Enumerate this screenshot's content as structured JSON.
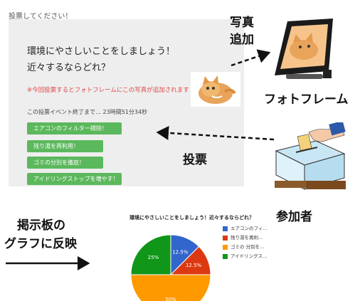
{
  "form": {
    "header": "投票してください！",
    "question_line1": "環境にやさしいことをしましょう！",
    "question_line2": "近々するならどれ？",
    "notice": "※今回投票するとフォトフレームにこの写真が追加されます",
    "countdown": "この投票イベント終了まで… 23時間51分34秒",
    "options": [
      "エアコンのフィルター掃除！",
      "残り湯を再利用！",
      "ゴミの分別を徹底！",
      "アイドリングストップを増やす！"
    ]
  },
  "labels": {
    "photo_add_line1": "写真",
    "photo_add_line2": "追加",
    "photo_frame": "フォトフレーム",
    "vote": "投票",
    "participant": "参加者",
    "board_line1": "掲示板の",
    "board_line2": "グラフに反映"
  },
  "colors": {
    "button_green": "#5cb85c",
    "notice_red": "#e04848",
    "panel_gray": "#eeeeee"
  },
  "chart_data": {
    "type": "pie",
    "title": "環境にやさしいことをしましょう！近々するならどれ？",
    "categories": [
      "エアコンのフィ...",
      "残り湯を再利...",
      "ゴミの 分別を...",
      "アイドリングス..."
    ],
    "values": [
      12.5,
      12.5,
      50,
      25
    ],
    "value_labels": [
      "12.5%",
      "12.5%",
      "50%",
      "25%"
    ],
    "colors": [
      "#3366cc",
      "#dc3912",
      "#ff9900",
      "#109618"
    ],
    "legend_position": "right"
  }
}
